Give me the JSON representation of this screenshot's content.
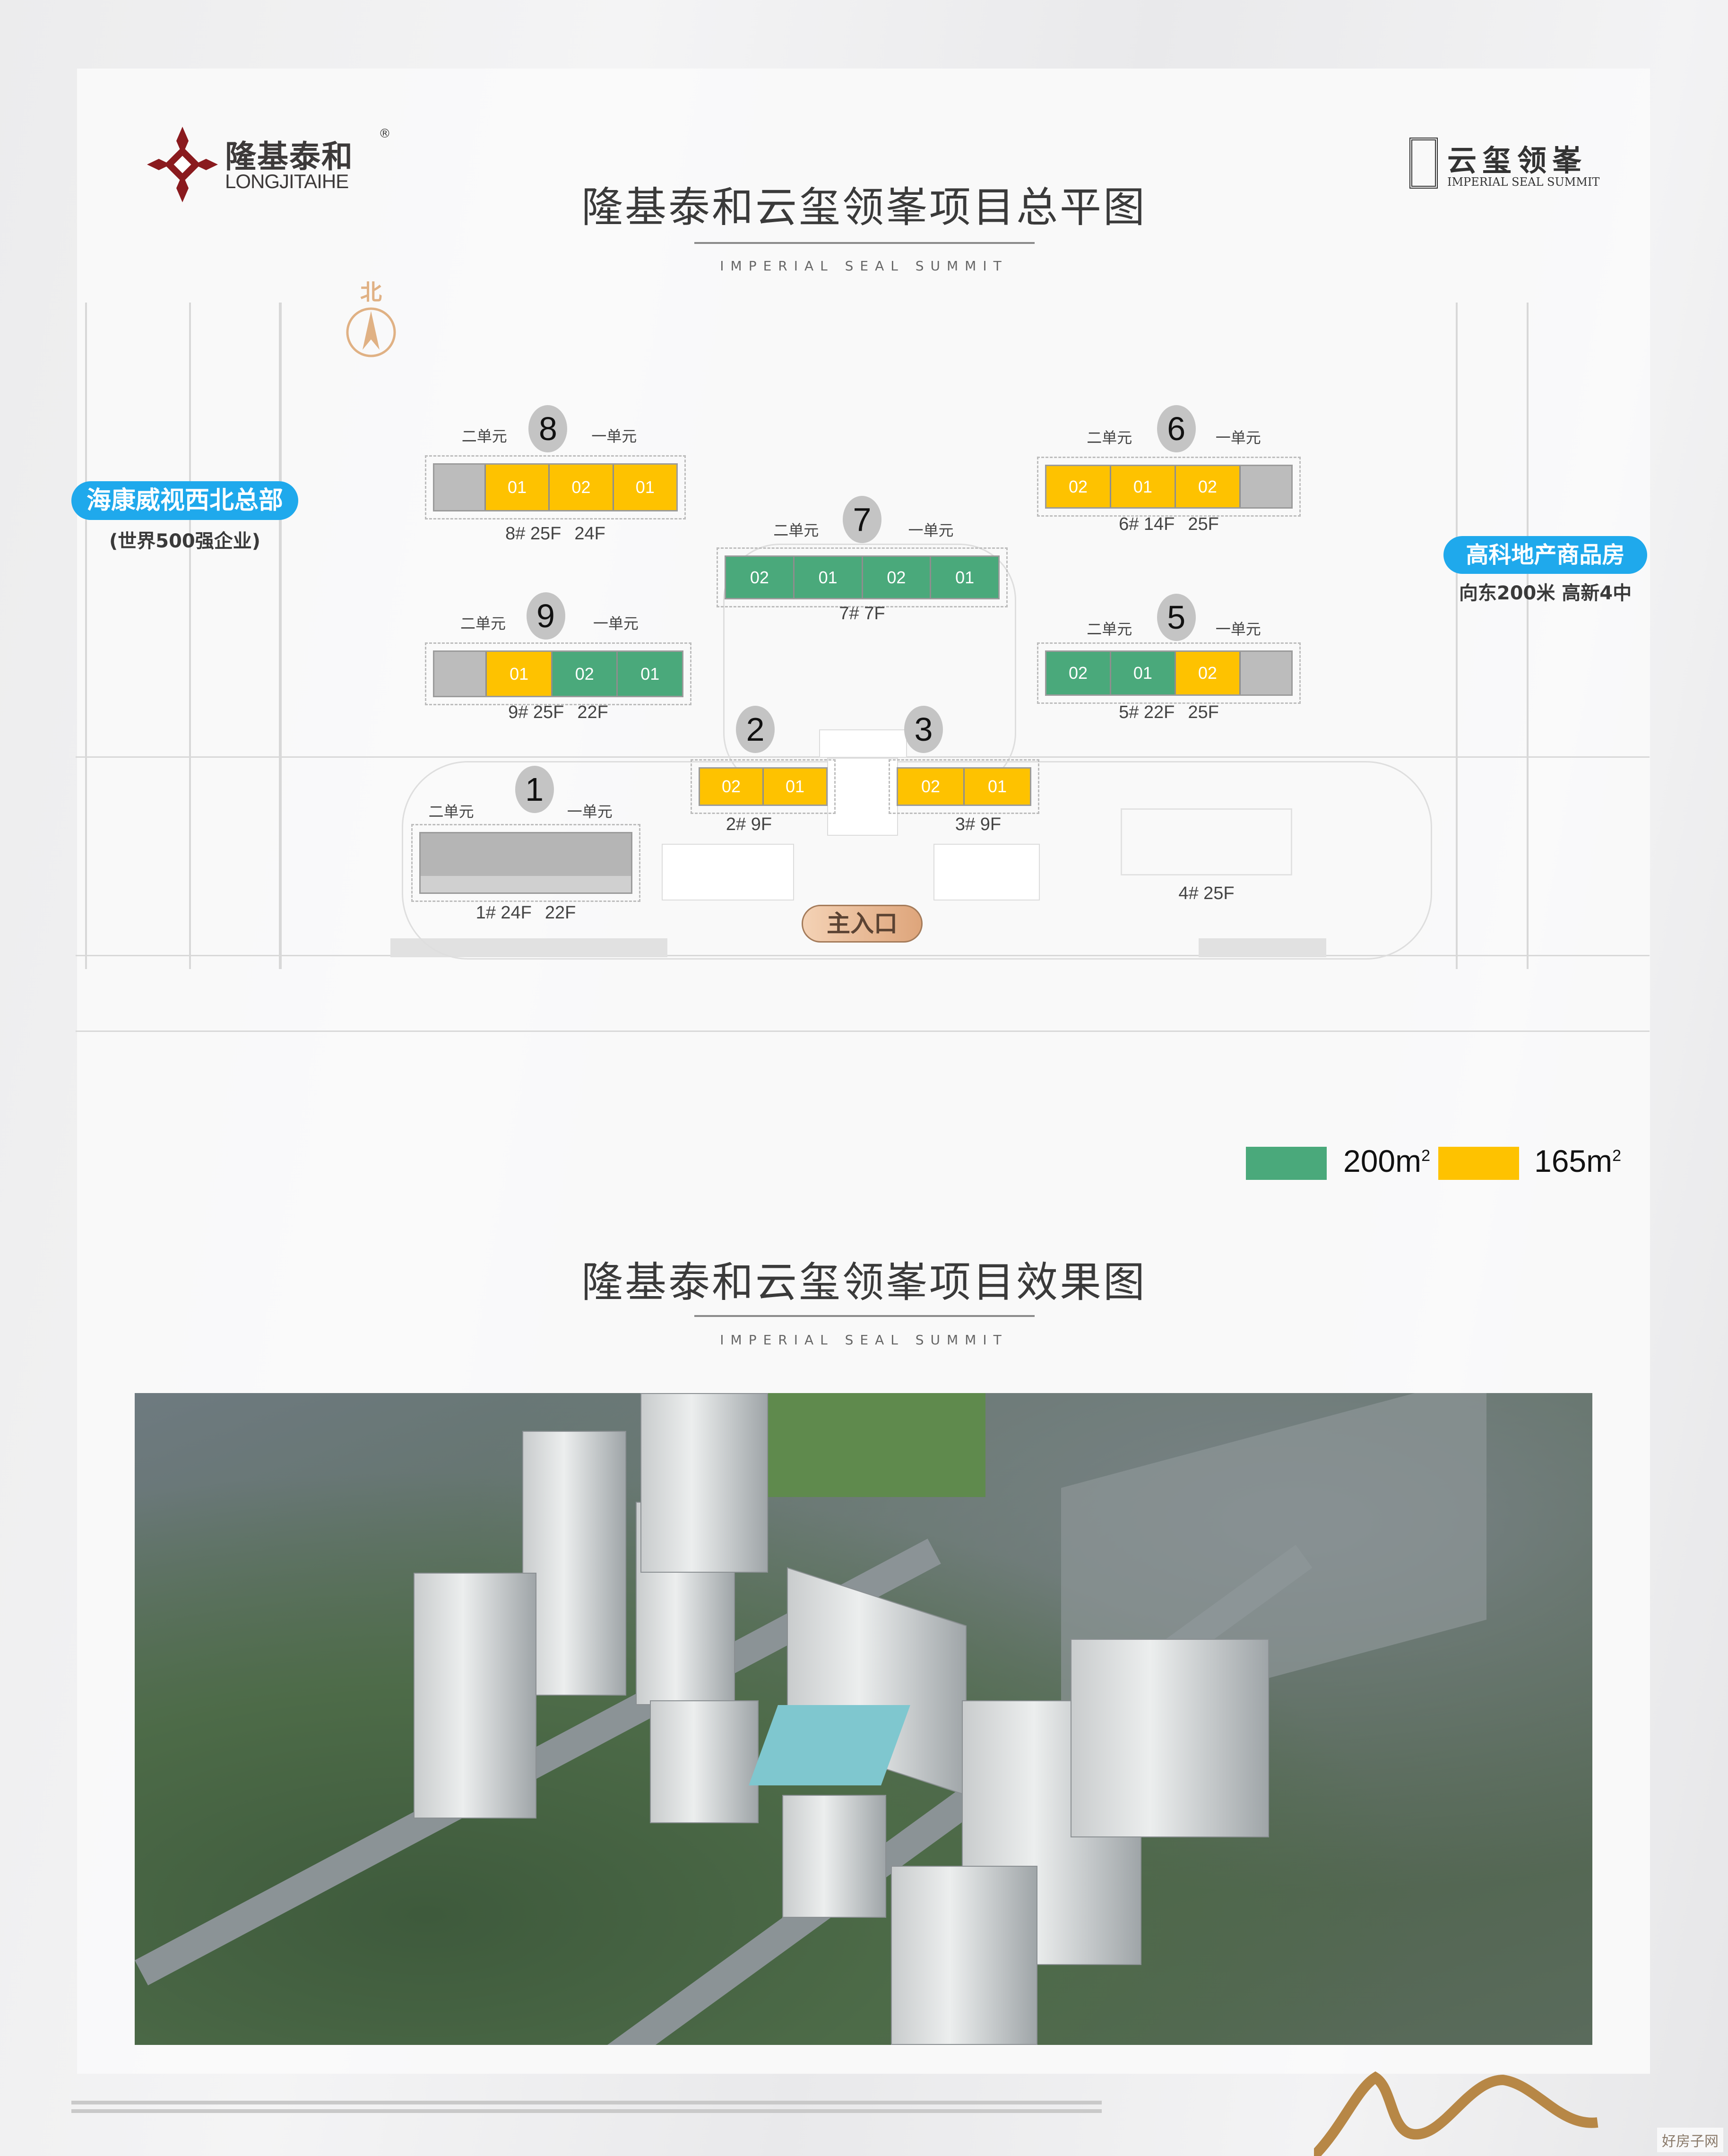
{
  "brand": {
    "name_cn": "隆基泰和",
    "name_en": "LONGJITAIHE",
    "registered": "®"
  },
  "project_logo": {
    "name_cn": "云玺领峯",
    "name_en": "IMPERIAL SEAL SUMMIT"
  },
  "plan": {
    "title": "隆基泰和云玺领峯项目总平图",
    "subtitle": "IMPERIAL SEAL SUMMIT",
    "north": "北",
    "landmark_left": {
      "label": "海康威视西北总部",
      "sub": "(世界500强企业)"
    },
    "landmark_right": {
      "label": "高科地产商品房",
      "sub": "向东200米 高新4中"
    },
    "entrance": "主入口",
    "buildings": [
      {
        "num": "8",
        "unit2": "二单元",
        "unit1": "一单元",
        "segments": [
          "",
          "01",
          "02",
          "01"
        ],
        "caption": [
          "8# 25F",
          "24F"
        ]
      },
      {
        "num": "9",
        "unit2": "二单元",
        "unit1": "一单元",
        "segments": [
          "",
          "01",
          "02",
          "01"
        ],
        "caption": [
          "9# 25F",
          "22F"
        ]
      },
      {
        "num": "7",
        "unit2": "二单元",
        "unit1": "一单元",
        "segments": [
          "02",
          "01",
          "02",
          "01"
        ],
        "caption": [
          "7# 7F"
        ]
      },
      {
        "num": "6",
        "unit2": "二单元",
        "unit1": "一单元",
        "segments": [
          "02",
          "01",
          "02",
          ""
        ],
        "caption": [
          "6# 14F",
          "25F"
        ]
      },
      {
        "num": "5",
        "unit2": "二单元",
        "unit1": "一单元",
        "segments": [
          "02",
          "01",
          "02",
          ""
        ],
        "caption": [
          "5# 22F",
          "25F"
        ]
      },
      {
        "num": "2",
        "segments": [
          "02",
          "01"
        ],
        "caption": [
          "2# 9F"
        ]
      },
      {
        "num": "3",
        "segments": [
          "02",
          "01"
        ],
        "caption": [
          "3# 9F"
        ]
      },
      {
        "num": "1",
        "unit2": "二单元",
        "unit1": "一单元",
        "caption": [
          "1# 24F",
          "22F"
        ]
      },
      {
        "caption": [
          "4# 25F"
        ]
      }
    ],
    "legend": [
      {
        "label": "200",
        "unit": "m",
        "sup": "2",
        "color": "#4aa97b"
      },
      {
        "label": "165",
        "unit": "m",
        "sup": "2",
        "color": "#fec200"
      }
    ]
  },
  "render": {
    "title": "隆基泰和云玺领峯项目效果图",
    "subtitle": "IMPERIAL SEAL SUMMIT"
  },
  "watermark": "好房子网"
}
